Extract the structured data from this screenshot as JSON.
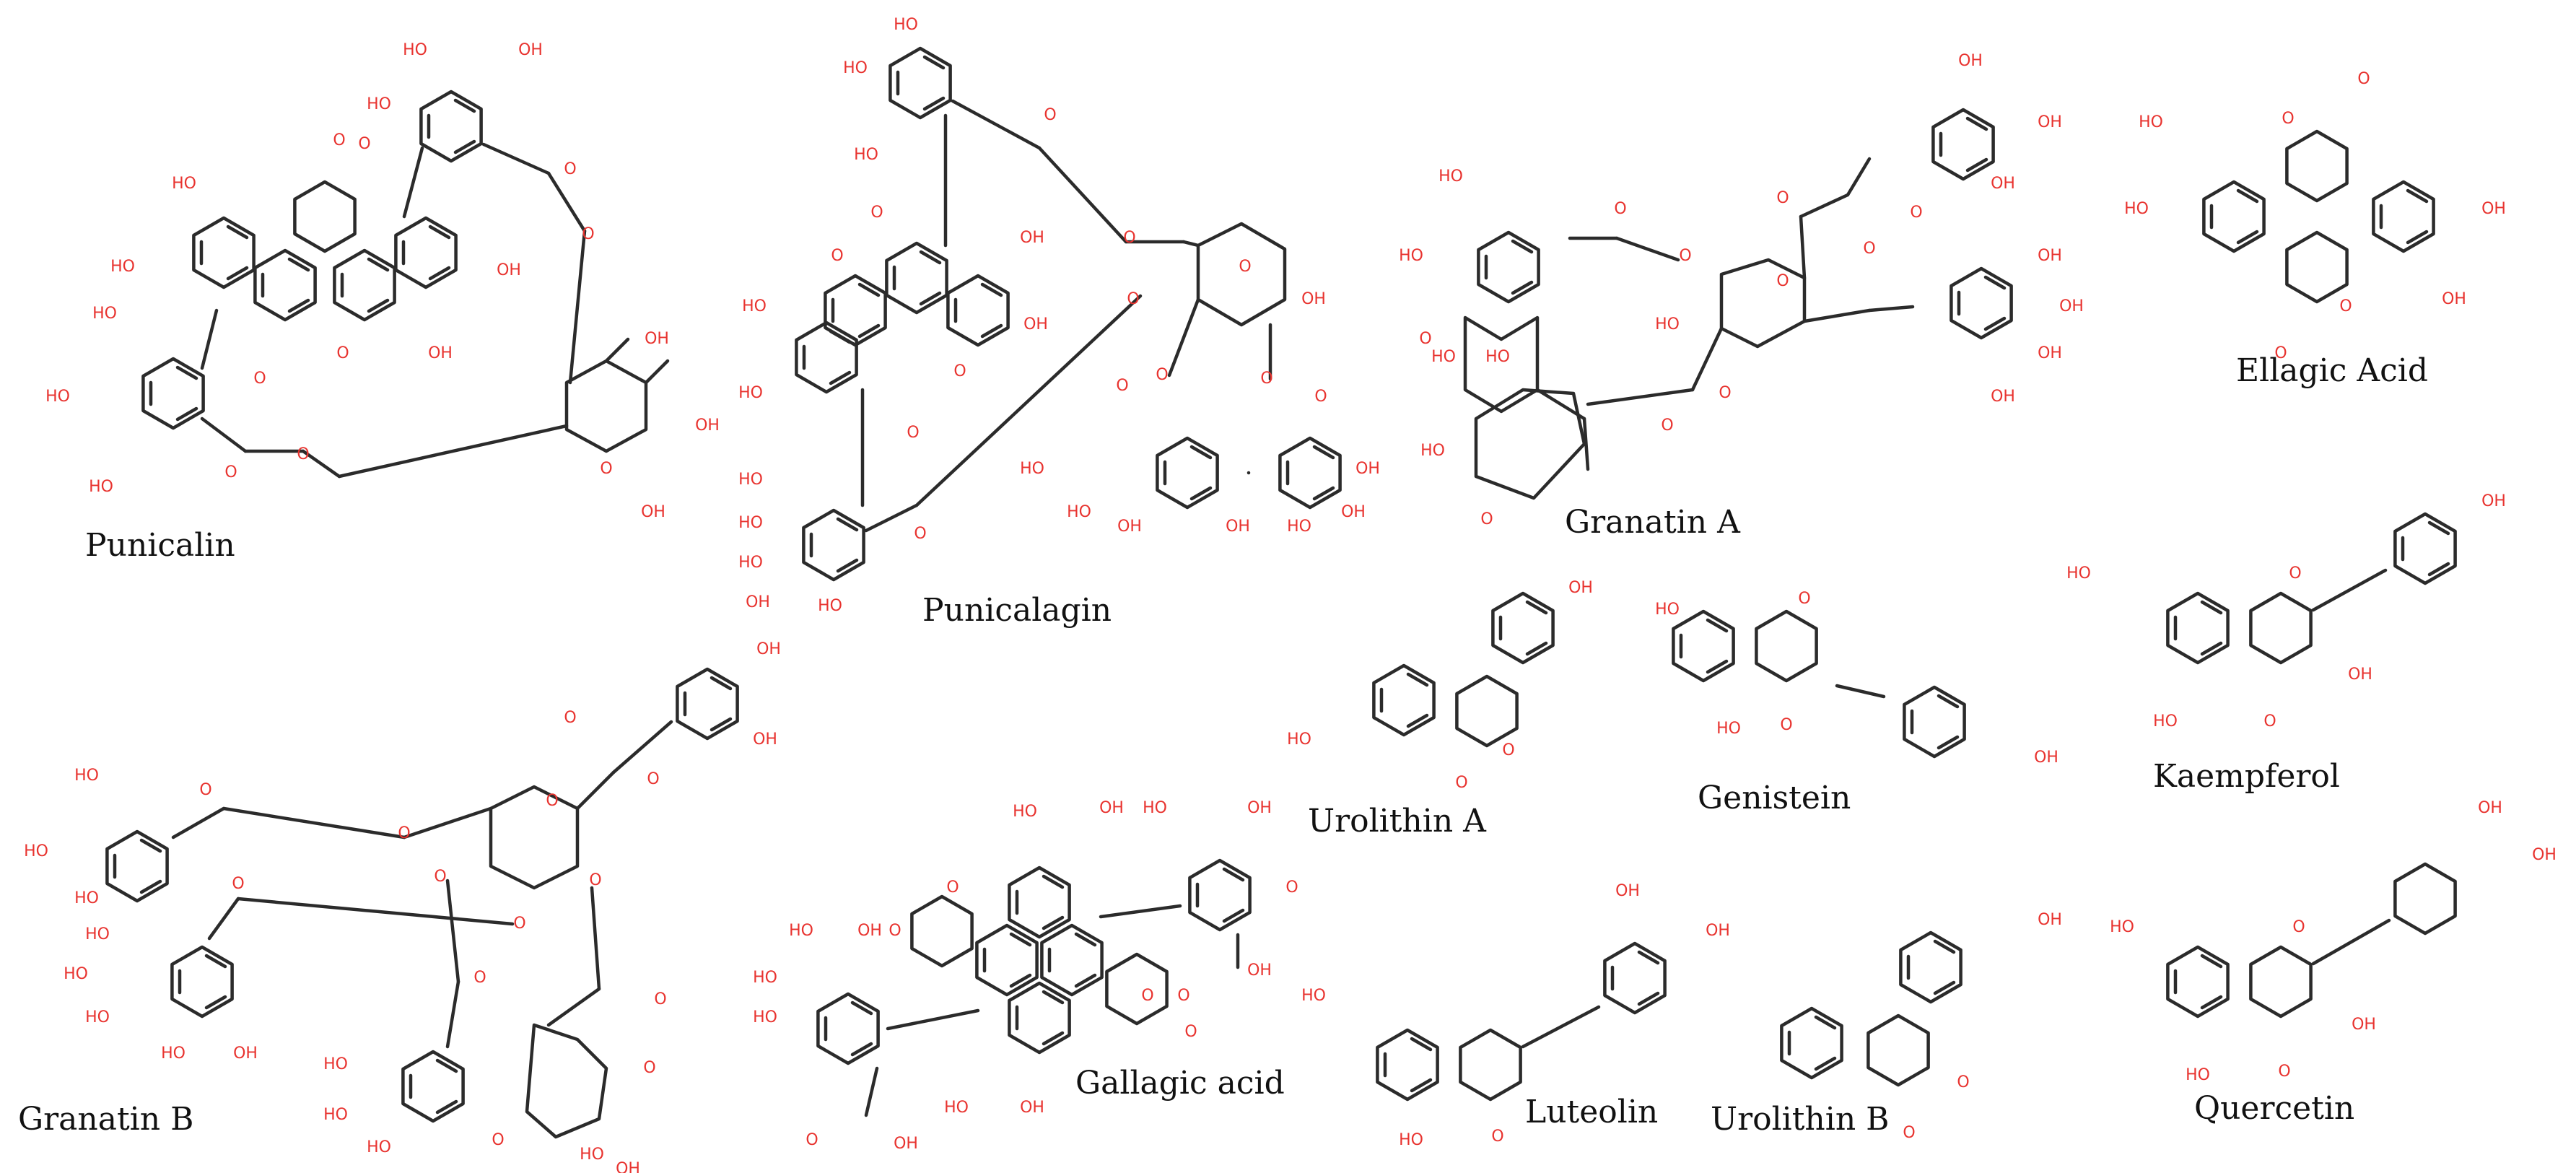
{
  "compounds": [
    {
      "id": "punicalin",
      "name": "Punicalin"
    },
    {
      "id": "punicalagin",
      "name": "Punicalagin"
    },
    {
      "id": "granatin-a",
      "name": "Granatin A"
    },
    {
      "id": "ellagic-acid",
      "name": "Ellagic Acid"
    },
    {
      "id": "urolithin-a",
      "name": "Urolithin A"
    },
    {
      "id": "genistein",
      "name": "Genistein"
    },
    {
      "id": "kaempferol",
      "name": "Kaempferol"
    },
    {
      "id": "granatin-b",
      "name": "Granatin B"
    },
    {
      "id": "gallagic-acid",
      "name": "Gallagic acid"
    },
    {
      "id": "luteolin",
      "name": "Luteolin"
    },
    {
      "id": "urolithin-b",
      "name": "Urolithin B"
    },
    {
      "id": "quercetin",
      "name": "Quercetin"
    }
  ],
  "atoms": {
    "hydroxyl": "HO",
    "hydroxyl_r": "OH",
    "oxygen": "O"
  },
  "colors": {
    "bond": "#2b2b2b",
    "heteroatom": "#e8332f",
    "label": "#111111"
  }
}
